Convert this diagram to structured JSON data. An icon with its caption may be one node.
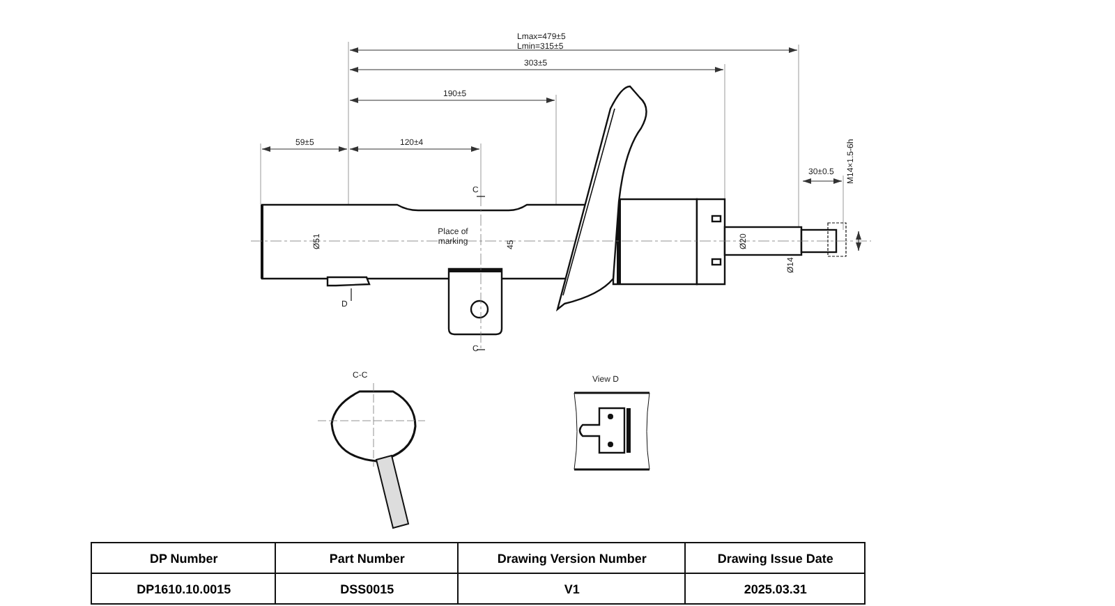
{
  "diagram": {
    "labels": [
      "Lmax=479±5",
      "Lmin=315±5",
      "303±5",
      "190±5",
      "59±5",
      "120±4",
      "30±0.5",
      "M14×1.5-6h",
      "C",
      "Ø51",
      "Place of marking",
      "45",
      "Ø20",
      "Ø14",
      "D",
      "C",
      "C-C",
      "View D",
      "DP Number",
      "Part Number",
      "Drawing Version Number",
      "Drawing Issue Date",
      "DP1610.10.0015",
      "DSS0015",
      "V1",
      "2025.03.31"
    ]
  }
}
